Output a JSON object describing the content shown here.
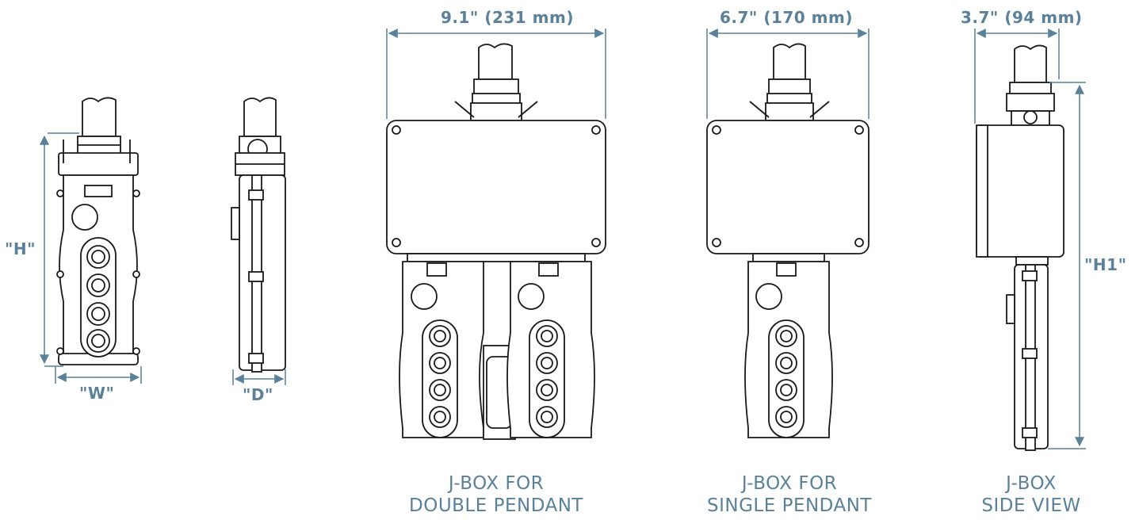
{
  "figure": {
    "dimension_labels": {
      "height": "\"H\"",
      "width": "\"W\"",
      "depth": "\"D\"",
      "double_width": "9.1\" (231 mm)",
      "single_width": "6.7\" (170 mm)",
      "side_depth": "3.7\" (94 mm)",
      "height_h1": "\"H1\""
    },
    "captions": {
      "double": {
        "line1": "J-BOX FOR",
        "line2": "DOUBLE PENDANT"
      },
      "single": {
        "line1": "J-BOX FOR",
        "line2": "SINGLE PENDANT"
      },
      "side": {
        "line1": "J-BOX",
        "line2": "SIDE VIEW"
      }
    },
    "colors": {
      "accent": "#5a8199",
      "line": "#1a1a1a",
      "fill": "#ffffff"
    }
  }
}
